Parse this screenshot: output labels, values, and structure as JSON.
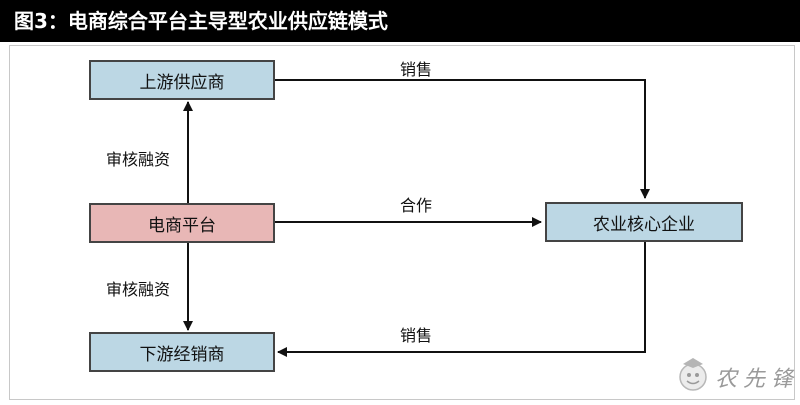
{
  "title": "图3：电商综合平台主导型农业供应链模式",
  "nodes": {
    "upstream": "上游供应商",
    "platform": "电商平台",
    "core": "农业核心企业",
    "downstream": "下游经销商"
  },
  "edges": {
    "sales_top": "销售",
    "review_upper": "审核融资",
    "cooperation": "合作",
    "review_lower": "审核融资",
    "sales_bottom": "销售"
  },
  "watermark": "农先锋",
  "colors": {
    "node_blue": "#bcd7e4",
    "node_pink": "#e8b7b6",
    "border": "#444444",
    "title_bg": "#000000"
  }
}
